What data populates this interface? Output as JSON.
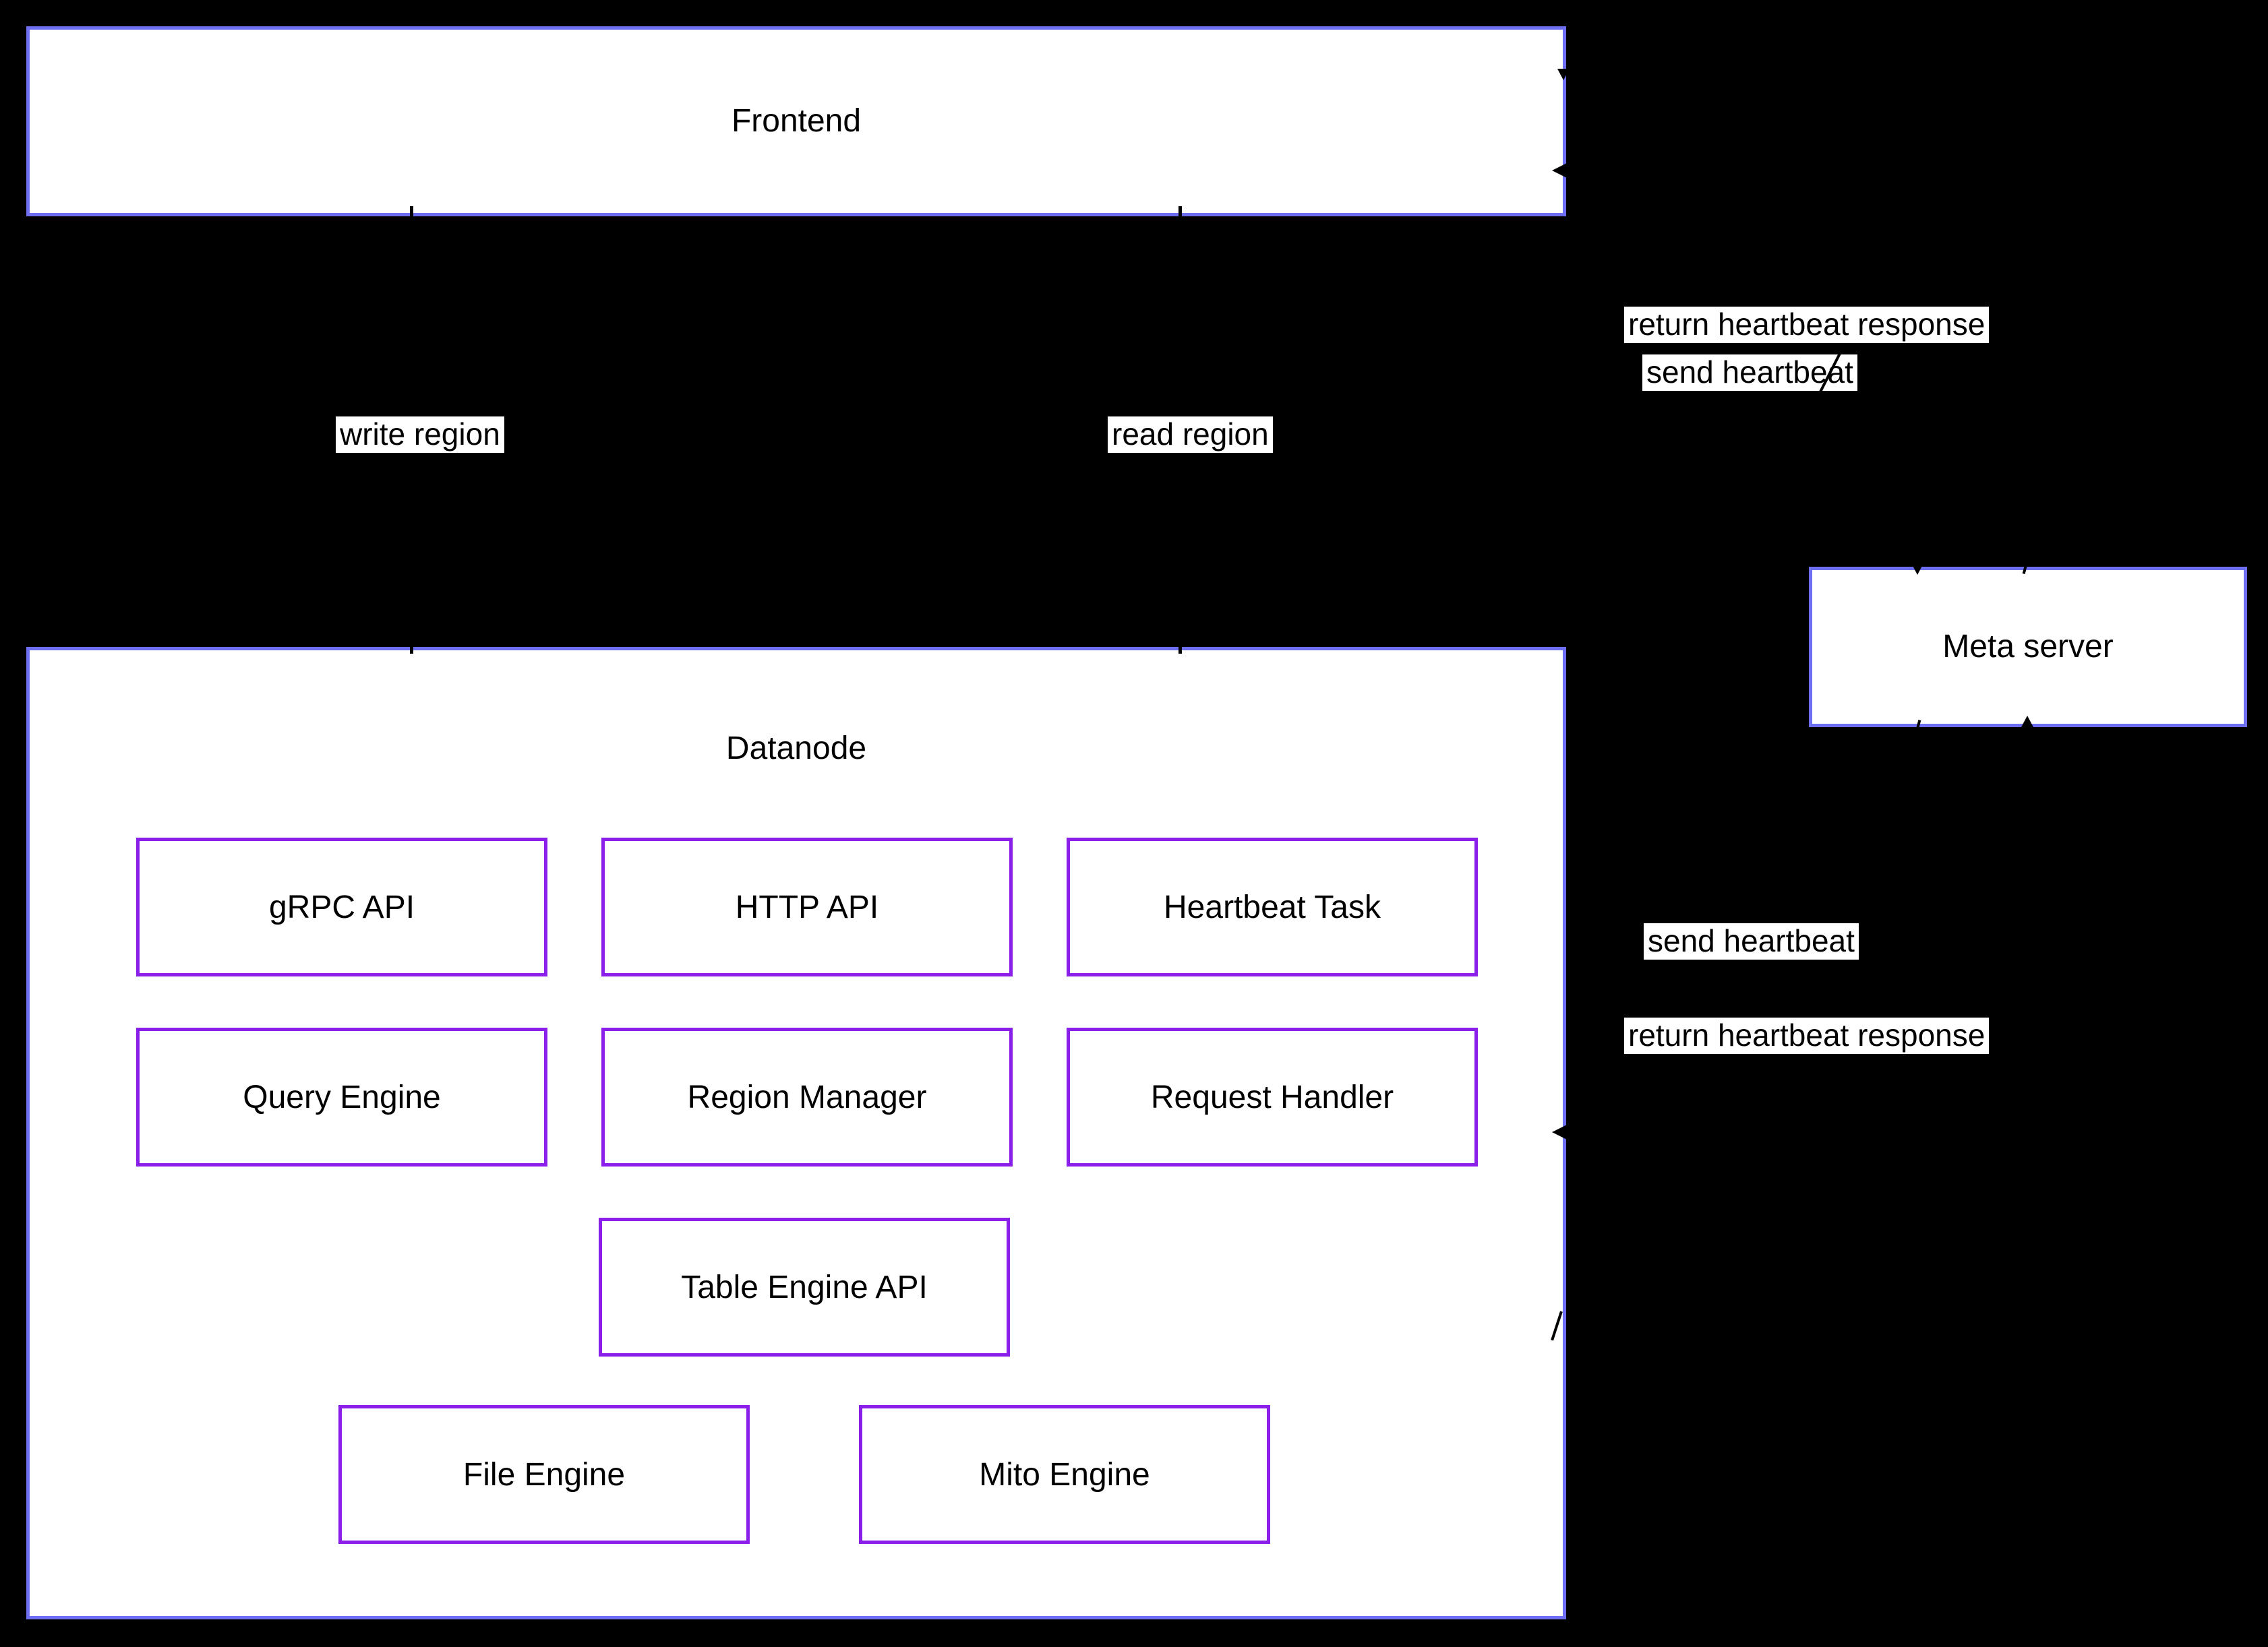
{
  "diagram": {
    "clusters": {
      "frontend": {
        "label": "Frontend"
      },
      "datanode": {
        "label": "Datanode"
      },
      "meta_server": {
        "label": "Meta server"
      }
    },
    "datanode_components": [
      {
        "label": "gRPC API"
      },
      {
        "label": "HTTP API"
      },
      {
        "label": "Heartbeat Task"
      },
      {
        "label": "Query Engine"
      },
      {
        "label": "Region Manager"
      },
      {
        "label": "Request Handler"
      },
      {
        "label": "Table Engine API"
      },
      {
        "label": "File Engine"
      },
      {
        "label": "Mito Engine"
      }
    ],
    "edge_labels": [
      {
        "label": "return heartbeat response"
      },
      {
        "label": "send heartbeat"
      },
      {
        "label": "write region"
      },
      {
        "label": "read region"
      },
      {
        "label": "send heartbeat"
      },
      {
        "label": "return heartbeat response"
      }
    ],
    "colors": {
      "background": "#000000",
      "node_fill": "#ffffff",
      "cluster_border": "#6e6ef2",
      "component_border": "#8a1fe9",
      "text": "#000000",
      "edge_line": "#000000"
    }
  }
}
